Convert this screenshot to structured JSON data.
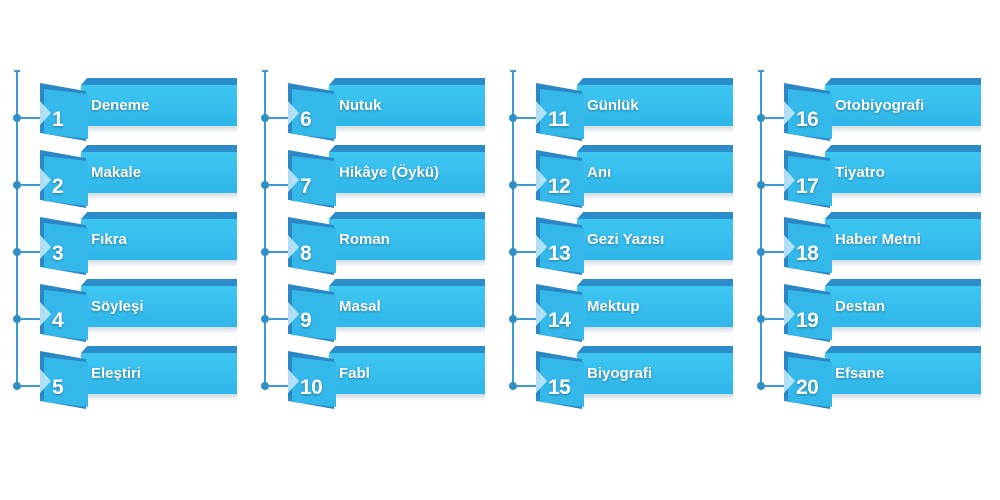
{
  "columns": [
    {
      "items": [
        {
          "number": "1",
          "label": "Deneme"
        },
        {
          "number": "2",
          "label": "Makale"
        },
        {
          "number": "3",
          "label": "Fıkra"
        },
        {
          "number": "4",
          "label": "Söyleşi"
        },
        {
          "number": "5",
          "label": "Eleştiri"
        }
      ]
    },
    {
      "items": [
        {
          "number": "6",
          "label": "Nutuk"
        },
        {
          "number": "7",
          "label": "Hikâye (Öykü)"
        },
        {
          "number": "8",
          "label": "Roman"
        },
        {
          "number": "9",
          "label": "Masal"
        },
        {
          "number": "10",
          "label": "Fabl"
        }
      ]
    },
    {
      "items": [
        {
          "number": "11",
          "label": "Günlük"
        },
        {
          "number": "12",
          "label": "Anı"
        },
        {
          "number": "13",
          "label": "Gezi Yazısı"
        },
        {
          "number": "14",
          "label": "Mektup"
        },
        {
          "number": "15",
          "label": "Biyografi"
        }
      ]
    },
    {
      "items": [
        {
          "number": "16",
          "label": "Otobiyografi"
        },
        {
          "number": "17",
          "label": "Tiyatro"
        },
        {
          "number": "18",
          "label": "Haber Metni"
        },
        {
          "number": "19",
          "label": "Destan"
        },
        {
          "number": "20",
          "label": "Efsane"
        }
      ]
    }
  ],
  "colors": {
    "band": "#34b8ea",
    "band_dark": "#2a8cc9",
    "connector": "#3a9bd1",
    "text": "#ffffff"
  }
}
